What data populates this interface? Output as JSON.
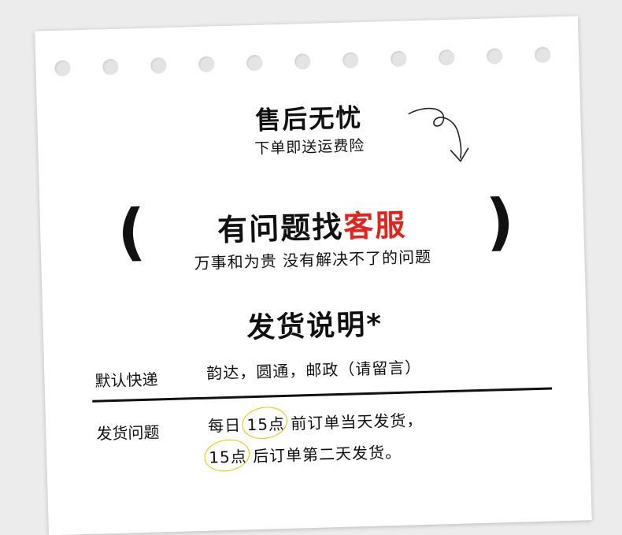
{
  "colors": {
    "accent": "#e8211a",
    "highlight_circle": "#e8c400",
    "paper": "#ffffff",
    "background": "#ececec"
  },
  "header": {
    "title": "售后无忧",
    "subtitle": "下单即送运费险",
    "arrow_icon": "curly-arrow-icon"
  },
  "service": {
    "open_paren": "(",
    "close_paren": ")",
    "headline_main": "有问题找",
    "headline_accent": "客服",
    "motto": "万事和为贵  没有解决不了的问题"
  },
  "shipping": {
    "title": "发货说明*",
    "courier_label": "默认快递",
    "courier_value": "韵达，圆通，邮政（请留言）",
    "question_label": "发货问题",
    "line1_prefix": "每日",
    "line1_time": "15点",
    "line1_suffix": "前订单当天发货，",
    "line2_time": "15点",
    "line2_suffix": "后订单第二天发货。"
  }
}
